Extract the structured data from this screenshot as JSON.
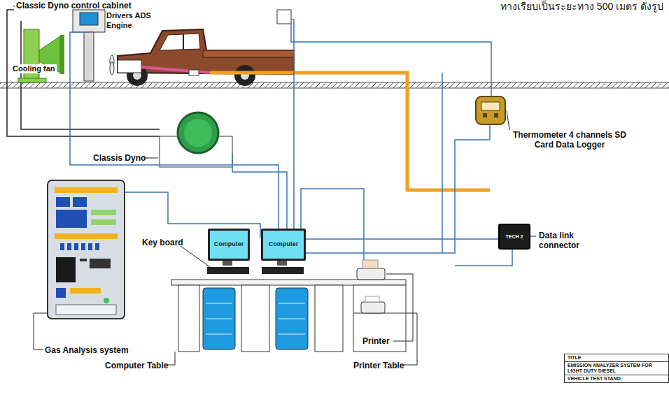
{
  "diagram": {
    "nodes": [
      {
        "text": [
          "Computer"
        ]
      },
      {
        "text": [
          "Computer"
        ]
      },
      {
        "text": [
          "TECH 2"
        ]
      },
      {
        "text": [
          "TITLE",
          "EMISSION ANALYZER SYSTEM FOR LIGHT DUTY DIESEL",
          "VEHICLE TEST STAND"
        ]
      }
    ],
    "edges": [
      {
        "from": 1,
        "to": 2,
        "arrow": "none"
      }
    ],
    "labels": [
      "ทางเรียบเป็นระยะทาง 500 เมตร ดังรูป",
      "Classic Dyno control cabinet",
      "Drivers  ADS",
      "Engine",
      "Cooling fan",
      "Classis Dyno",
      "Thermometer 4 channels SD Card Data Logger",
      "Data link connector",
      "Key board",
      "Printer",
      "Gas Analysis system",
      "Computer Table",
      "Printer Table"
    ]
  }
}
